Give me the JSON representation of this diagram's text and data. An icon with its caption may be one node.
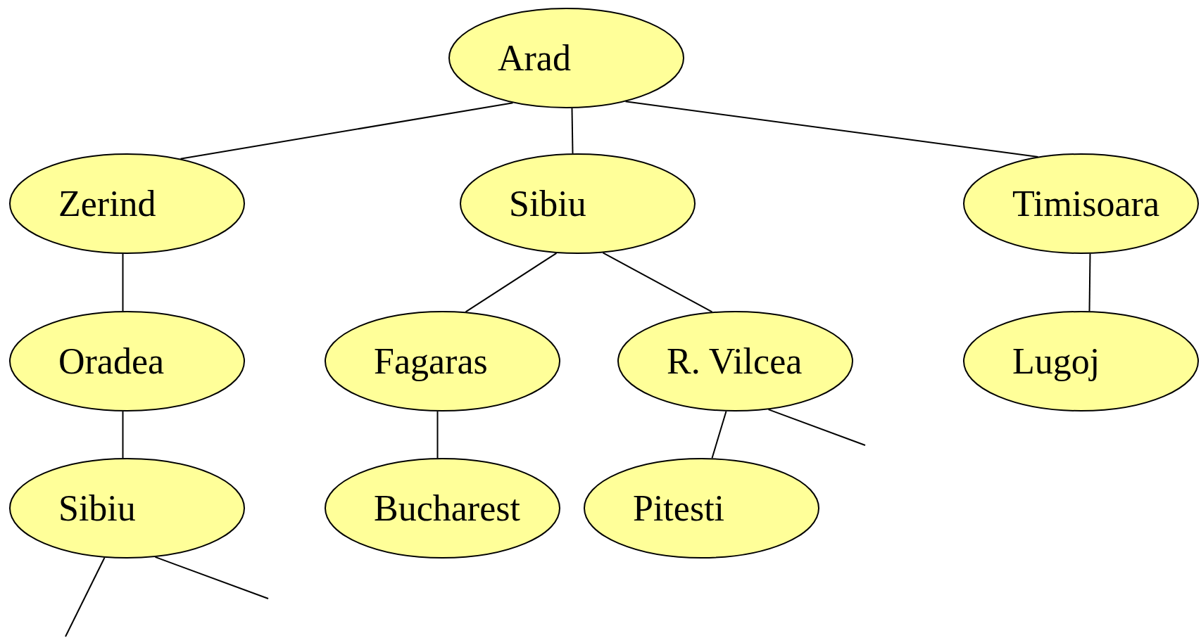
{
  "diagram": {
    "nodes": [
      {
        "text": [
          "Arad"
        ]
      },
      {
        "text": [
          "Zerind"
        ]
      },
      {
        "text": [
          "Sibiu"
        ]
      },
      {
        "text": [
          "Timisoara"
        ]
      },
      {
        "text": [
          "Oradea"
        ]
      },
      {
        "text": [
          "Fagaras"
        ]
      },
      {
        "text": [
          "R. Vilcea"
        ]
      },
      {
        "text": [
          "Lugoj"
        ]
      },
      {
        "text": [
          "Sibiu"
        ]
      },
      {
        "text": [
          "Bucharest"
        ]
      },
      {
        "text": [
          "Pitesti"
        ]
      }
    ],
    "edges": [
      {
        "from": 0,
        "to": 1,
        "arrow": "none"
      },
      {
        "from": 0,
        "to": 2,
        "arrow": "none"
      },
      {
        "from": 0,
        "to": 3,
        "arrow": "none"
      },
      {
        "from": 1,
        "to": 4,
        "arrow": "none"
      },
      {
        "from": 2,
        "to": 5,
        "arrow": "none"
      },
      {
        "from": 2,
        "to": 6,
        "arrow": "none"
      },
      {
        "from": 3,
        "to": 7,
        "arrow": "none"
      },
      {
        "from": 4,
        "to": 8,
        "arrow": "none"
      },
      {
        "from": 5,
        "to": 9,
        "arrow": "none"
      },
      {
        "from": 6,
        "to": 10,
        "arrow": "none"
      },
      {
        "from": 8,
        "to": null,
        "arrow": "none"
      },
      {
        "from": 8,
        "to": null,
        "arrow": "none"
      },
      {
        "from": 6,
        "to": null,
        "arrow": "none"
      }
    ]
  }
}
